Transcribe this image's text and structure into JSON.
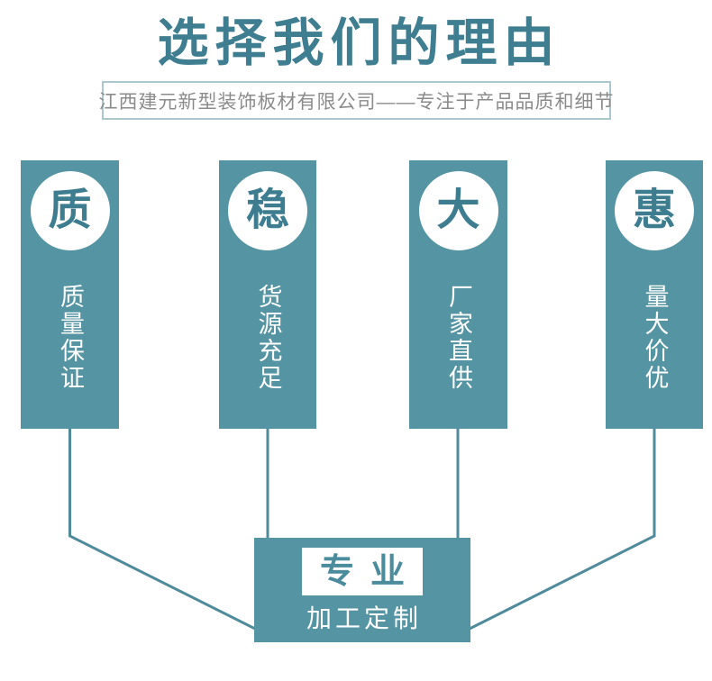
{
  "header": {
    "title": "选择我们的理由",
    "subtitle": "江西建元新型装饰板材有限公司——专注于产品品质和细节"
  },
  "pillars": [
    {
      "badge": "质",
      "label": "质量保证"
    },
    {
      "badge": "稳",
      "label": "货源充足"
    },
    {
      "badge": "大",
      "label": "厂家直供"
    },
    {
      "badge": "惠",
      "label": "量大价优"
    }
  ],
  "footer": {
    "highlight": "专业",
    "label": "加工定制"
  },
  "colors": {
    "pillar_teal": "#5594a2",
    "title_teal": "#3f7e90",
    "connector_teal": "#4f8b9a",
    "badge_text_teal": "#3d7d8f",
    "subtitle_text_gray": "#8b8b8b",
    "subtitle_border": "#aac7cd",
    "background": "#ffffff"
  }
}
